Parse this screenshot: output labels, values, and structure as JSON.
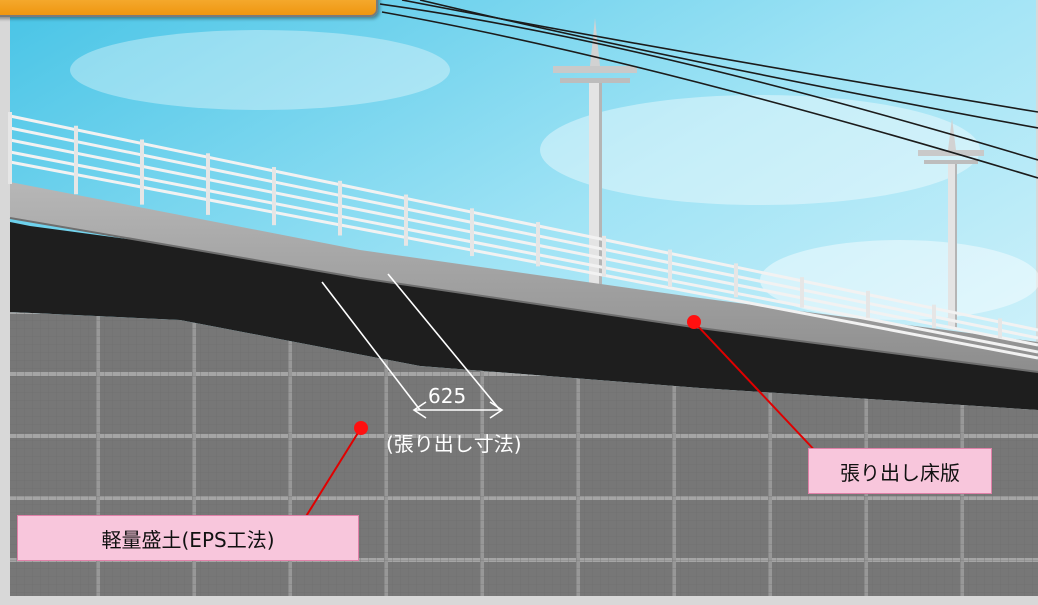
{
  "tab": {
    "text": ""
  },
  "labels": {
    "overhang_slab": "張り出し床版",
    "lightweight_fill": "軽量盛土(EPS工法)"
  },
  "dimension": {
    "value": "625",
    "caption": "(張り出し寸法)"
  },
  "colors": {
    "sky": "#6fd3ec",
    "wall": "#7c7c7c",
    "slab": "#9a9a9a",
    "label_fill": "#f8c6dc",
    "leader_line": "#e00000",
    "tab": "#f0a020"
  }
}
